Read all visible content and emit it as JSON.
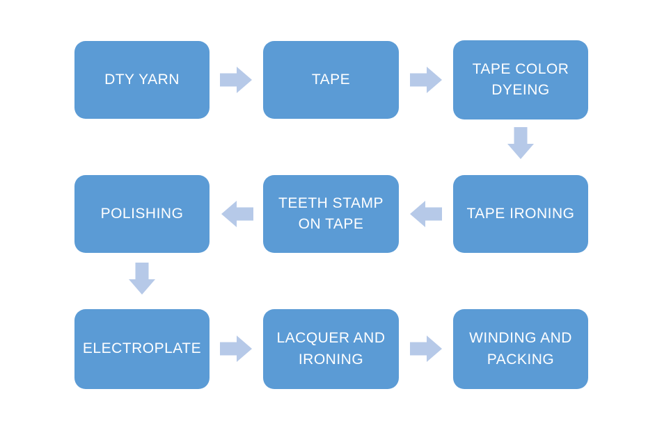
{
  "diagram": {
    "type": "process-flowchart",
    "nodes": [
      {
        "id": "dty-yarn",
        "label": "DTY YARN",
        "row": 1,
        "col": 1
      },
      {
        "id": "tape",
        "label": "TAPE",
        "row": 1,
        "col": 2
      },
      {
        "id": "tape-color-dyeing",
        "label": "TAPE COLOR\nDYEING",
        "row": 1,
        "col": 3
      },
      {
        "id": "tape-ironing",
        "label": "TAPE IRONING",
        "row": 2,
        "col": 3
      },
      {
        "id": "teeth-stamp-on-tape",
        "label": "TEETH STAMP\nON TAPE",
        "row": 2,
        "col": 2
      },
      {
        "id": "polishing",
        "label": "POLISHING",
        "row": 2,
        "col": 1
      },
      {
        "id": "electroplate",
        "label": "ELECTROPLATE",
        "row": 3,
        "col": 1
      },
      {
        "id": "lacquer-and-ironing",
        "label": "LACQUER AND\nIRONING",
        "row": 3,
        "col": 2
      },
      {
        "id": "winding-and-packing",
        "label": "WINDING AND\nPACKING",
        "row": 3,
        "col": 3
      }
    ],
    "arrows": [
      {
        "from": "DTY YARN",
        "to": "TAPE",
        "direction": "right"
      },
      {
        "from": "TAPE",
        "to": "TAPE COLOR DYEING",
        "direction": "right"
      },
      {
        "from": "TAPE COLOR DYEING",
        "to": "TAPE IRONING",
        "direction": "down"
      },
      {
        "from": "TAPE IRONING",
        "to": "TEETH STAMP ON TAPE",
        "direction": "left"
      },
      {
        "from": "TEETH STAMP ON TAPE",
        "to": "POLISHING",
        "direction": "left"
      },
      {
        "from": "POLISHING",
        "to": "ELECTROPLATE",
        "direction": "down"
      },
      {
        "from": "ELECTROPLATE",
        "to": "LACQUER AND IRONING",
        "direction": "right"
      },
      {
        "from": "LACQUER AND IRONING",
        "to": "WINDING AND PACKING",
        "direction": "right"
      }
    ]
  },
  "colors": {
    "node_fill": "#5b9bd5",
    "node_text": "#ffffff",
    "arrow_fill": "#b6c9e8",
    "background": "#ffffff"
  }
}
